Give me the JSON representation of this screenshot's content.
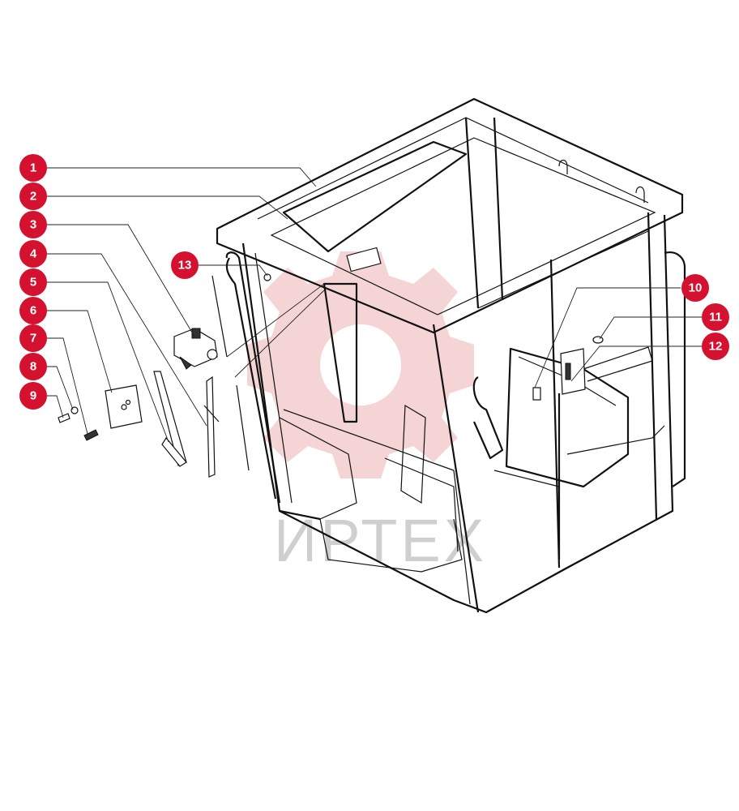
{
  "diagram": {
    "accent_color": "#d4112f",
    "watermark_text": "ИРТЕХ",
    "callouts": [
      {
        "label": "1"
      },
      {
        "label": "2"
      },
      {
        "label": "3"
      },
      {
        "label": "4"
      },
      {
        "label": "5"
      },
      {
        "label": "6"
      },
      {
        "label": "7"
      },
      {
        "label": "8"
      },
      {
        "label": "9"
      },
      {
        "label": "10"
      },
      {
        "label": "11"
      },
      {
        "label": "12"
      },
      {
        "label": "13"
      }
    ]
  }
}
